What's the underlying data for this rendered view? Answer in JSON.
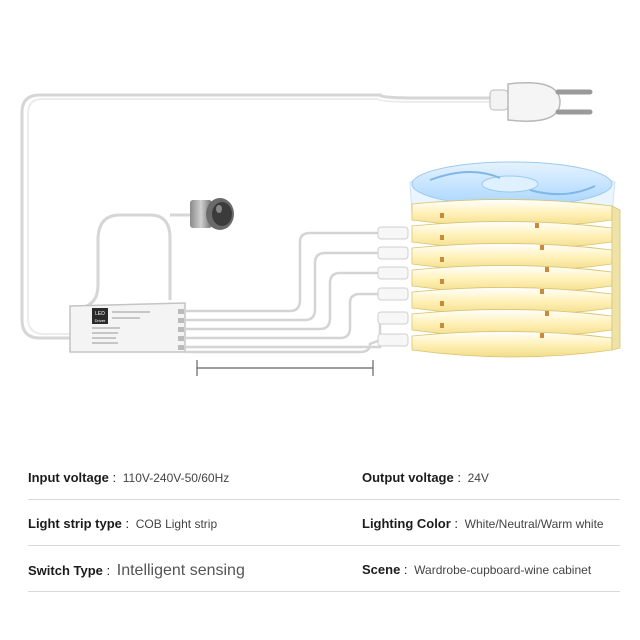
{
  "illustration": {
    "controller_label_top": "LED",
    "controller_label_bottom": "Driver"
  },
  "specs": [
    {
      "left": {
        "label": "Input voltage",
        "value": "110V-240V-50/60Hz"
      },
      "right": {
        "label": "Output voltage",
        "value": "24V"
      }
    },
    {
      "left": {
        "label": "Light strip type",
        "value": "COB Light strip"
      },
      "right": {
        "label": "Lighting Color",
        "value": "White/Neutral/Warm white"
      }
    },
    {
      "left": {
        "label": "Switch Type",
        "value": "Intelligent sensing"
      },
      "right": {
        "label": "Scene",
        "value": "Wardrobe-cupboard-wine cabinet"
      }
    }
  ],
  "colors": {
    "strip_glow": "#fff3c2",
    "strip_core": "#e9d27a",
    "reel_blue": "#bfe3ff",
    "cable": "#d8d8d8"
  }
}
